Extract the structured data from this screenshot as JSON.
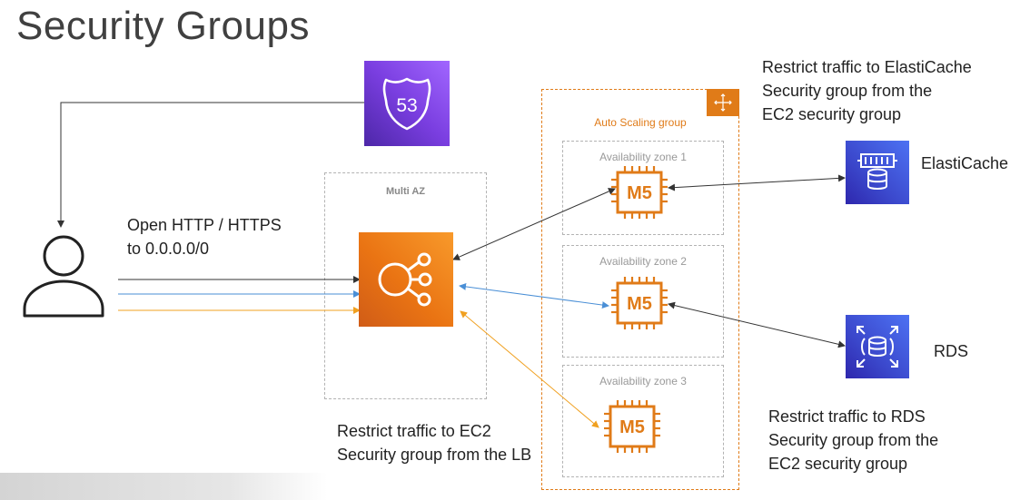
{
  "title": "Security Groups",
  "route53": {
    "label": "53"
  },
  "multi_az": {
    "label": "Multi AZ"
  },
  "asg": {
    "label": "Auto Scaling group"
  },
  "zones": [
    {
      "label": "Availability zone 1",
      "instance": "M5"
    },
    {
      "label": "Availability zone 2",
      "instance": "M5"
    },
    {
      "label": "Availability zone 3",
      "instance": "M5"
    }
  ],
  "services": {
    "elasticache": {
      "label": "ElastiCache"
    },
    "rds": {
      "label": "RDS"
    }
  },
  "notes": {
    "open_line1": "Open HTTP / HTTPS",
    "open_line2": "to 0.0.0.0/0",
    "ec2_line1": "Restrict traffic to EC2",
    "ec2_line2": "Security group from the LB",
    "cache_line1": "Restrict traffic to ElastiCache",
    "cache_line2": "Security group from the",
    "cache_line3": "EC2 security group",
    "rds_line1": "Restrict traffic to RDS",
    "rds_line2": "Security group from the",
    "rds_line3": "EC2 security group"
  },
  "colors": {
    "black_arrow": "#333333",
    "blue_arrow": "#4a8fd6",
    "orange_arrow": "#f0a020",
    "aws_orange": "#e07b18",
    "route53_purple": "#7a3ee0",
    "db_blue": "#3b48cc"
  },
  "icons": [
    "user-icon",
    "route53-icon",
    "load-balancer-icon",
    "ec2-instance-icon",
    "elasticache-icon",
    "rds-icon",
    "auto-scaling-icon"
  ]
}
